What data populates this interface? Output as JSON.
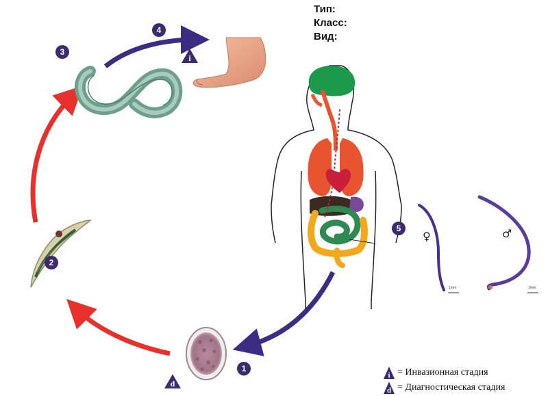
{
  "header": {
    "type_label": "Тип:",
    "class_label": "Класс:",
    "species_label": "Вид:"
  },
  "stages": {
    "stage_1": "1",
    "stage_2": "2",
    "stage_3": "3",
    "stage_4": "4",
    "stage_5": "5"
  },
  "markers": {
    "infective": "i",
    "diagnostic": "d"
  },
  "sex_symbols": {
    "female": "♀",
    "male": "♂"
  },
  "scale_bars": {
    "female": "1mm",
    "male": "1mm"
  },
  "legend": {
    "infective_text": "= Инвазионная стадия",
    "diagnostic_text": "= Диагностическая стадия"
  },
  "colors": {
    "badge": "#3b2a6e",
    "arrow_red": "#e8312c",
    "arrow_purple": "#3d2c84",
    "worm_purple": "#5a3d9a"
  }
}
